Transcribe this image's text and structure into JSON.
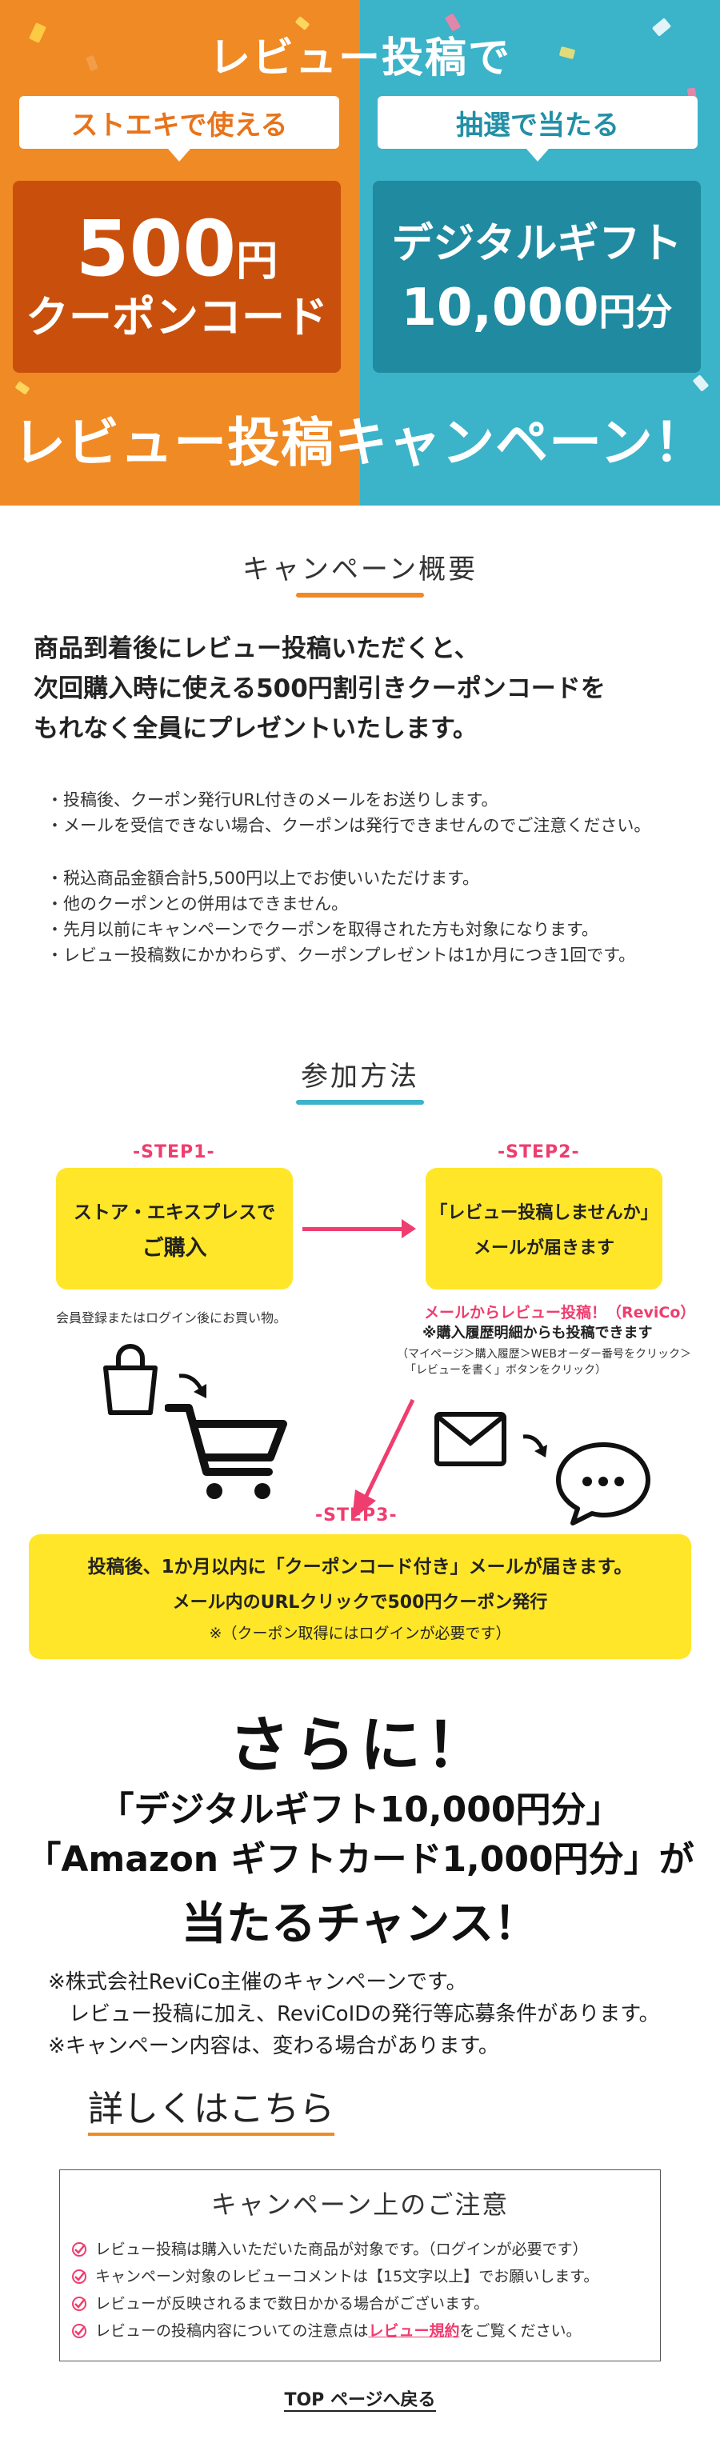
{
  "hero": {
    "title": "レビュー投稿で",
    "left_pill": "ストエキで使える",
    "left_big_num": "500",
    "left_big_unit": "円",
    "left_mid": "クーポンコード",
    "right_pill": "抽選で当たる",
    "right_mid1": "デジタルギフト",
    "right_mid2_num": "10,000",
    "right_mid2_unit": "円分",
    "bottom": "レビュー投稿キャンペーン！",
    "colors": {
      "orange": "#f08a24",
      "blue": "#3bb3c9",
      "dark_orange": "#c9500c",
      "dark_blue": "#1f8aa0"
    }
  },
  "overview": {
    "heading": "キャンペーン概要",
    "intro": [
      "商品到着後にレビュー投稿いただくと、",
      "次回購入時に使える500円割引きクーポンコードを",
      "もれなく全員にプレゼントいたします。"
    ],
    "notes1": [
      "・投稿後、クーポン発行URL付きのメールをお送りします。",
      "・メールを受信できない場合、クーポンは発行できませんのでご注意ください。"
    ],
    "notes2": [
      "・税込商品金額合計5,500円以上でお使いいただけます。",
      "・他のクーポンとの併用はできません。",
      "・先月以前にキャンペーンでクーポンを取得された方も対象になります。",
      "・レビュー投稿数にかかわらず、クーポンプレゼントは1か月につき1回です。"
    ]
  },
  "method": {
    "heading": "参加方法",
    "step1_label": "-STEP1-",
    "step1_line1": "ストア・エキスプレスで",
    "step1_line2": "ご購入",
    "step1_note": "会員登録またはログイン後にお買い物。",
    "step2_label": "-STEP2-",
    "step2_line1": "「レビュー投稿しませんか」",
    "step2_line2": "メールが届きます",
    "step2_pink": "メールからレビュー投稿！（ReviCo）",
    "step2_bold": "※購入履歴明細からも投稿できます",
    "step2_small1": "（マイページ＞購入履歴＞WEBオーダー番号をクリック＞",
    "step2_small2": "「レビューを書く」ボタンをクリック）",
    "step3_label": "-STEP3-",
    "step3_line1": "投稿後、1か月以内に「クーポンコード付き」メールが届きます。",
    "step3_line2": "メール内のURLクリックで500円クーポン発行",
    "step3_line3": "※（クーポン取得にはログインが必要です）",
    "colors": {
      "yellow": "#ffe629",
      "pink": "#ef3d6f"
    },
    "icons": [
      "shopping-bag-icon",
      "arrow-curve-icon",
      "cart-icon",
      "mail-icon",
      "speech-bubble-icon"
    ]
  },
  "further": {
    "sarani": "さらに！",
    "gift1": "「デジタルギフト10,000円分」",
    "gift2": "「Amazon ギフトカード1,000円分」が",
    "chance": "当たるチャンス！",
    "fine": [
      "※株式会社ReviCo主催のキャンペーンです。",
      "　レビュー投稿に加え、ReviCoIDの発行等応募条件があります。",
      "※キャンペーン内容は、変わる場合があります。"
    ],
    "detail_link": "詳しくはこちら"
  },
  "caution": {
    "title": "キャンペーン上のご注意",
    "items": [
      "レビュー投稿は購入いただいた商品が対象です。（ログインが必要です）",
      "キャンペーン対象のレビューコメントは【15文字以上】でお願いします。",
      "レビューが反映されるまで数日かかる場合がございます。"
    ],
    "item4_pre": "レビューの投稿内容についての注意点は",
    "item4_link": "レビュー規約",
    "item4_post": "をご覧ください。"
  },
  "footer": {
    "top_link": "TOP ページへ戻る"
  }
}
